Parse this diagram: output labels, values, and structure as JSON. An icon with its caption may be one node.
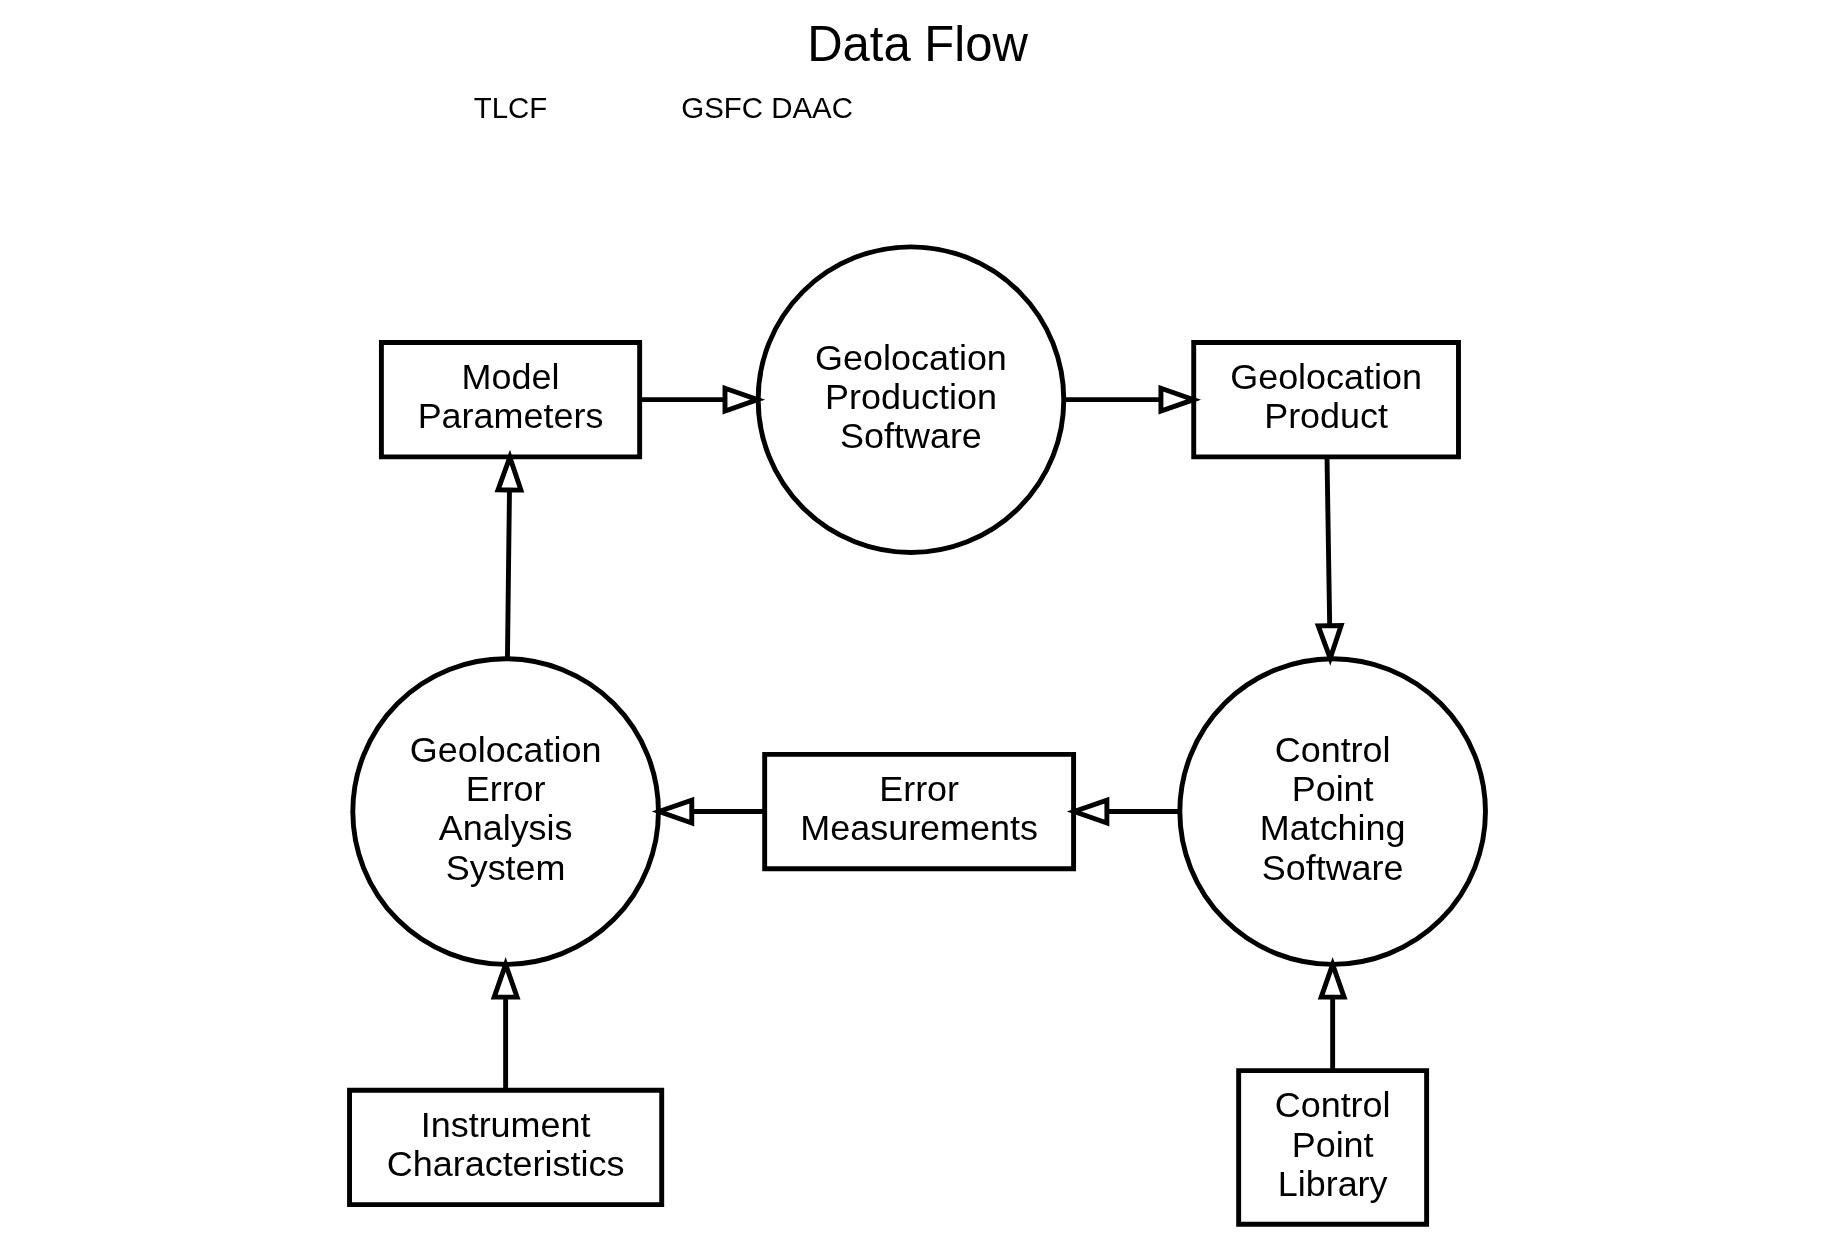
{
  "diagram": {
    "title": "Data Flow",
    "nodes": [
      {
        "text": [
          "Model Parameters"
        ]
      },
      {
        "text": [
          "Geolocation Production Software"
        ]
      },
      {
        "text": [
          "Geolocation Product"
        ]
      },
      {
        "text": [
          "Control Point Matching Software"
        ]
      },
      {
        "text": [
          "Error Measurements"
        ]
      },
      {
        "text": [
          "Geolocation Error Analysis System"
        ]
      },
      {
        "text": [
          "Instrument Characteristics"
        ]
      },
      {
        "text": [
          "Control Point Library"
        ]
      }
    ],
    "edges": [
      {
        "from": 0,
        "to": 1,
        "arrow": "to"
      },
      {
        "from": 1,
        "to": 2,
        "arrow": "to"
      },
      {
        "from": 2,
        "to": 3,
        "arrow": "to"
      },
      {
        "from": 3,
        "to": 4,
        "arrow": "to"
      },
      {
        "from": 4,
        "to": 5,
        "arrow": "to"
      },
      {
        "from": 5,
        "to": 0,
        "arrow": "to"
      },
      {
        "from": 6,
        "to": 5,
        "arrow": "to"
      },
      {
        "from": 7,
        "to": 3,
        "arrow": "to"
      }
    ],
    "labels": [
      "TLCF",
      "GSFC DAAC"
    ]
  }
}
